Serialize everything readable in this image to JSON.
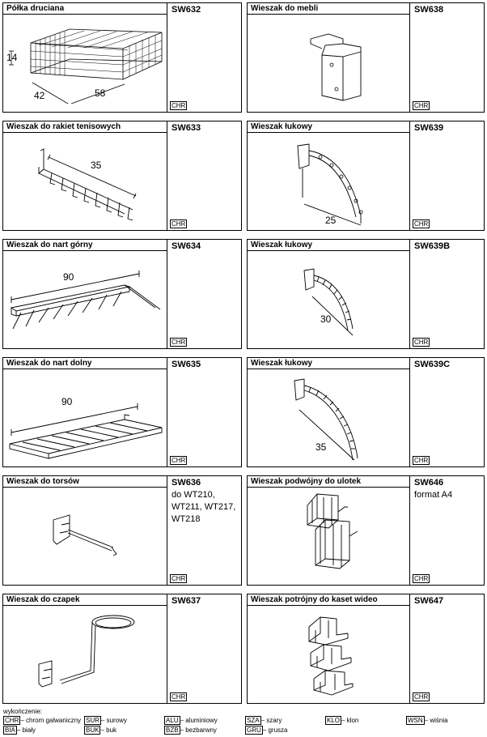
{
  "products": [
    {
      "name": "Półka druciana",
      "code": "SW632",
      "finish": "CHR",
      "dims": [
        "14",
        "42",
        "58"
      ]
    },
    {
      "name": "Wieszak do mebli",
      "code": "SW638",
      "finish": "CHR"
    },
    {
      "name": "Wieszak do rakiet tenisowych",
      "code": "SW633",
      "finish": "CHR",
      "dims": [
        "35"
      ]
    },
    {
      "name": "Wieszak łukowy",
      "code": "SW639",
      "finish": "CHR",
      "dims": [
        "25"
      ]
    },
    {
      "name": "Wieszak do nart górny",
      "code": "SW634",
      "finish": "CHR",
      "dims": [
        "90"
      ]
    },
    {
      "name": "Wieszak łukowy",
      "code": "SW639B",
      "finish": "CHR",
      "dims": [
        "30"
      ]
    },
    {
      "name": "Wieszak do nart dolny",
      "code": "SW635",
      "finish": "CHR",
      "dims": [
        "90"
      ]
    },
    {
      "name": "Wieszak łukowy",
      "code": "SW639C",
      "finish": "CHR",
      "dims": [
        "35"
      ]
    },
    {
      "name": "Wieszak do torsów",
      "code": "SW636",
      "finish": "CHR",
      "note": [
        "do WT210,",
        "WT211, WT217,",
        "WT218"
      ]
    },
    {
      "name": "Wieszak podwójny do ulotek",
      "code": "SW646",
      "finish": "CHR",
      "note": [
        "format A4"
      ]
    },
    {
      "name": "Wieszak do czapek",
      "code": "SW637",
      "finish": "CHR"
    },
    {
      "name": "Wieszak potrójny do kaset wideo",
      "code": "SW647",
      "finish": "CHR"
    }
  ],
  "legend": {
    "title": "wykończenie:",
    "items": [
      {
        "code": "CHR",
        "label": "– chrom galwaniczny"
      },
      {
        "code": "SUR",
        "label": "– surowy"
      },
      {
        "code": "ALU",
        "label": "– aluminiowy"
      },
      {
        "code": "SZA",
        "label": "– szary"
      },
      {
        "code": "KLO",
        "label": "– klon"
      },
      {
        "code": "WSN",
        "label": "– wiśnia"
      },
      {
        "code": "BIA",
        "label": "– biały"
      },
      {
        "code": "BUK",
        "label": "– buk"
      },
      {
        "code": "BZB",
        "label": "– bezbarwny"
      },
      {
        "code": "GRU",
        "label": "– grusza"
      }
    ]
  }
}
